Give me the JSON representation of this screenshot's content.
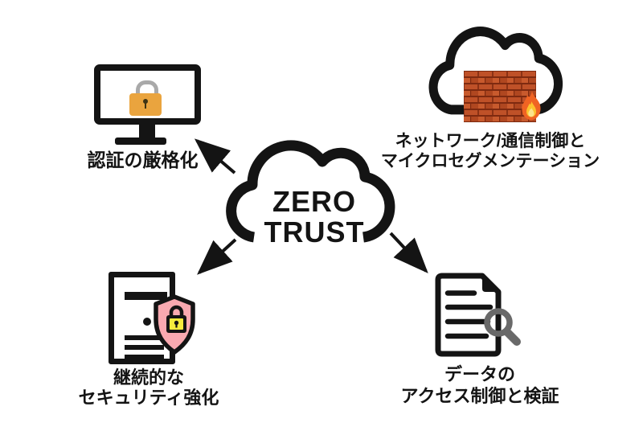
{
  "diagram_title": "ZERO TRUST",
  "center": {
    "icon": "cloud-icon",
    "line1": "ZERO",
    "line2": "TRUST"
  },
  "labels": {
    "auth": "認証の厳格化",
    "network_line1": "ネットワーク/通信制御と",
    "network_line2": "マイクロセグメンテーション",
    "security_line1": "継続的な",
    "security_line2": "セキュリティ強化",
    "data_line1": "データの",
    "data_line2": "アクセス制御と検証"
  },
  "icons": {
    "auth": "monitor-lock-icon",
    "network": "cloud-firewall-icon",
    "security": "document-shield-icon",
    "data": "document-search-icon",
    "flame": "fire-icon",
    "magnifier": "magnifier-icon",
    "arrows": [
      "arrow-to-auth",
      "arrow-to-security",
      "arrow-to-data"
    ]
  },
  "colors": {
    "ink": "#141414",
    "lock_body": "#EAA43E",
    "lock_shackle": "#A9A9A9",
    "shield_fill": "#F9A9B0",
    "shield_lock_inner": "#F5EC3D",
    "brick": "#C2552A",
    "brick_mortar": "#7E2A10",
    "magnifier_gray": "#696969",
    "flame_outer": "#F06423",
    "flame_inner": "#FCC22D",
    "background": "#FFFFFF"
  }
}
